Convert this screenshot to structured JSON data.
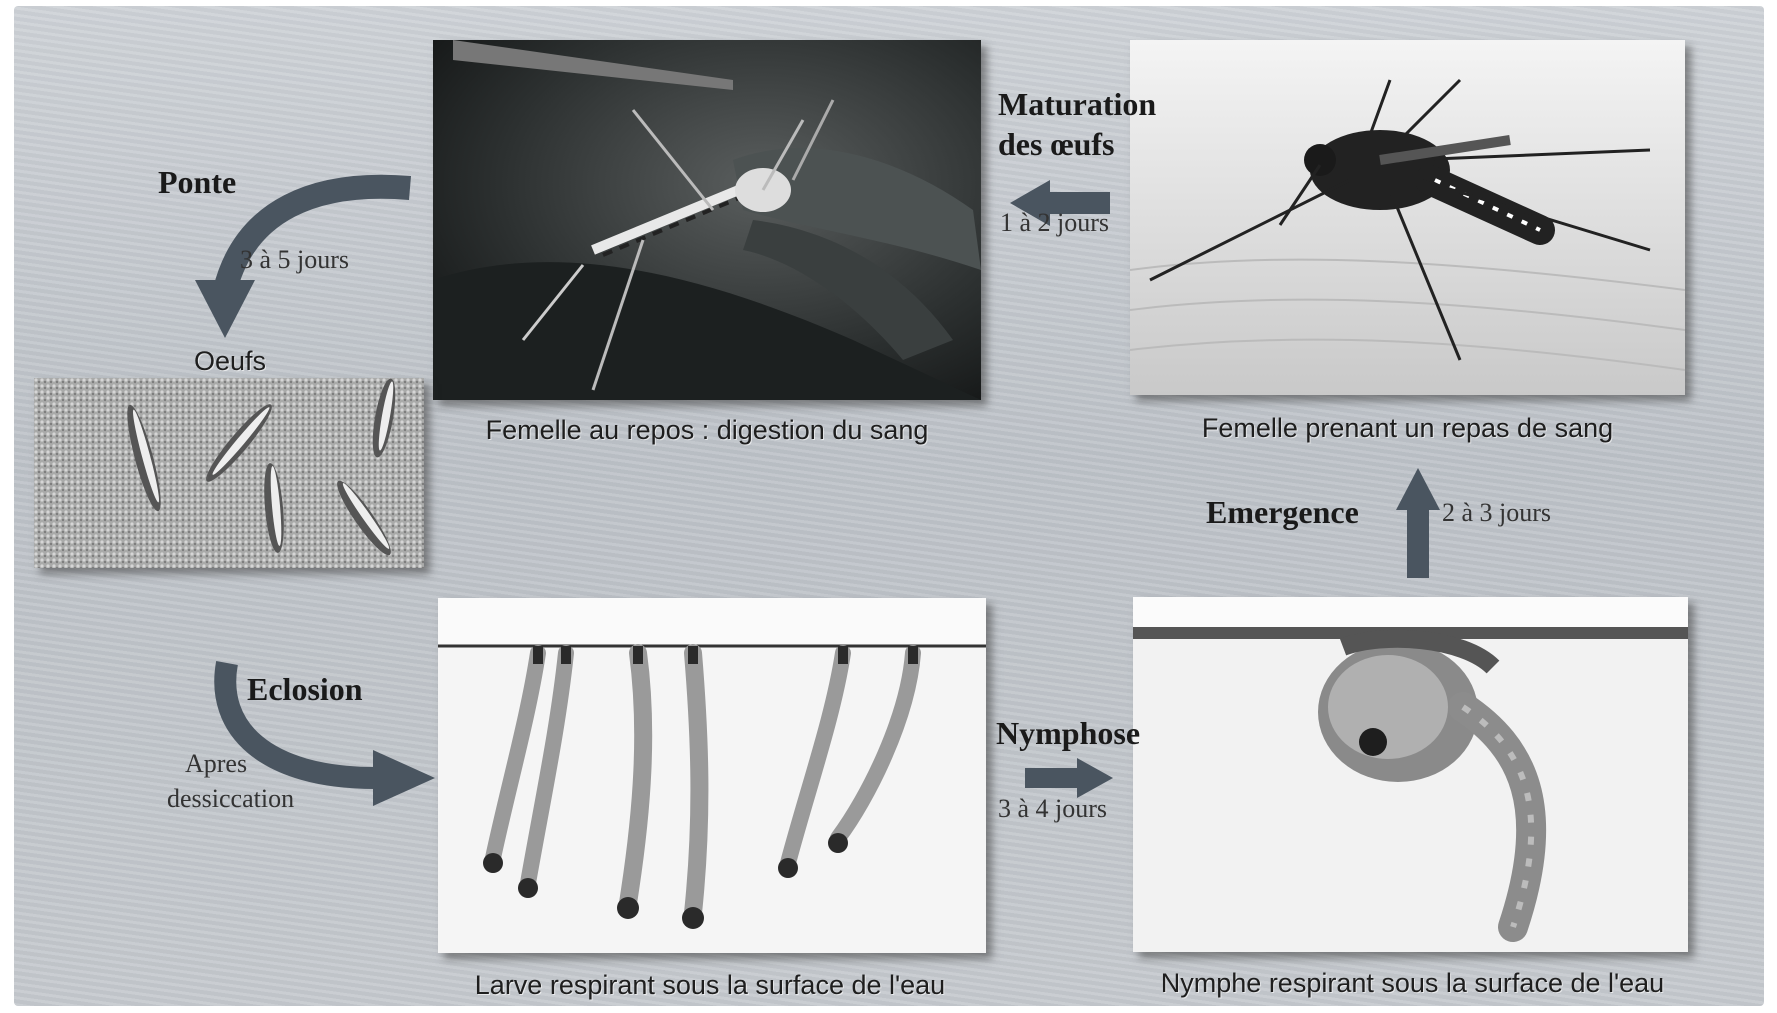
{
  "photos": {
    "female_resting": {
      "caption": "Femelle au repos : digestion du sang"
    },
    "female_feeding": {
      "caption": "Femelle prenant un repas de sang"
    },
    "eggs": {
      "caption": "Oeufs"
    },
    "larvae": {
      "caption": "Larve respirant sous la surface de l'eau"
    },
    "pupa": {
      "caption": "Nymphe respirant sous la surface de l'eau"
    }
  },
  "transitions": {
    "ponte": {
      "label": "Ponte",
      "duration": "3 à 5 jours"
    },
    "maturation": {
      "label_line1": "Maturation",
      "label_line2": "des œufs",
      "duration": "1 à 2 jours"
    },
    "emergence": {
      "label": "Emergence",
      "duration": "2 à 3 jours"
    },
    "nymphose": {
      "label": "Nymphose",
      "duration": "3 à 4 jours"
    },
    "eclosion": {
      "label": "Eclosion",
      "condition_line1": "Apres",
      "condition_line2": "dessiccation"
    }
  },
  "colors": {
    "arrow": "#4a5560",
    "panel": "#c4c8cd",
    "text": "#1a1a1a"
  }
}
